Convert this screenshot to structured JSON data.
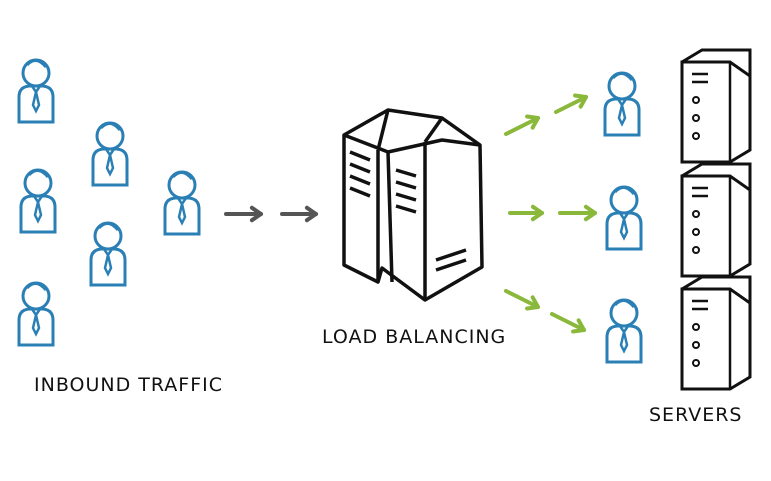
{
  "labels": {
    "inbound": "INBOUND TRAFFIC",
    "balancer": "LOAD BALANCING",
    "servers": "SERVERS"
  },
  "colors": {
    "person": "#2a7fb5",
    "inbound_arrow": "#555555",
    "outbound_arrow": "#8ab83a",
    "ink": "#111111"
  },
  "icons": {
    "user": "person-icon",
    "balancer": "load-balancer-icon",
    "server": "server-icon"
  }
}
